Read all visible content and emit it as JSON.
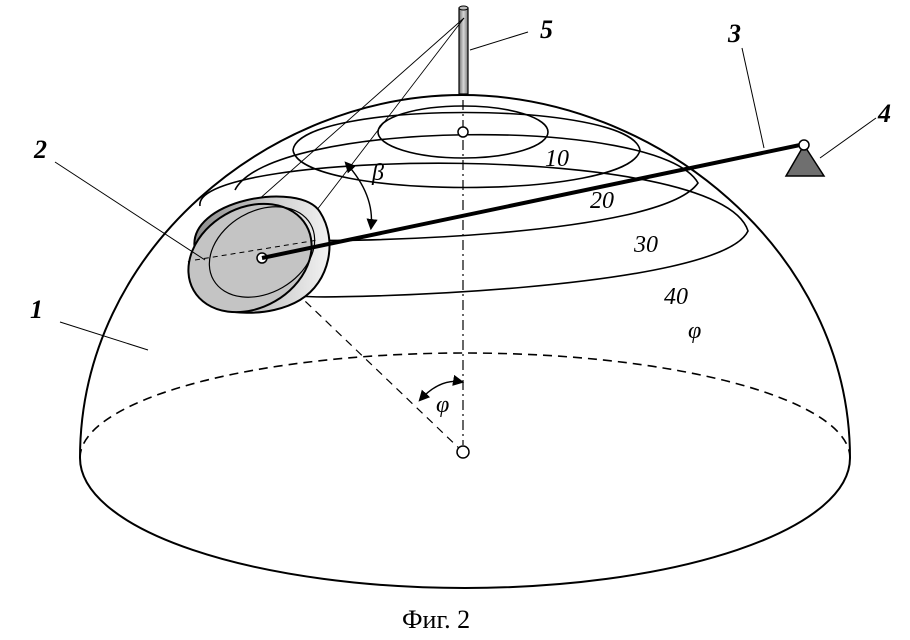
{
  "caption": "Фиг. 2",
  "part_labels": {
    "hemisphere": "1",
    "disk": "2",
    "rod": "3",
    "pivot": "4",
    "column": "5"
  },
  "ring_labels": [
    "10",
    "20",
    "30",
    "40"
  ],
  "angle_labels": {
    "beta": "β",
    "phi_center": "φ",
    "phi_surface": "φ"
  },
  "colors": {
    "stroke": "#000000",
    "disk_fill": "#bdbdbd",
    "pivot_fill": "#707070",
    "column_fill": "#9a9a9a"
  }
}
